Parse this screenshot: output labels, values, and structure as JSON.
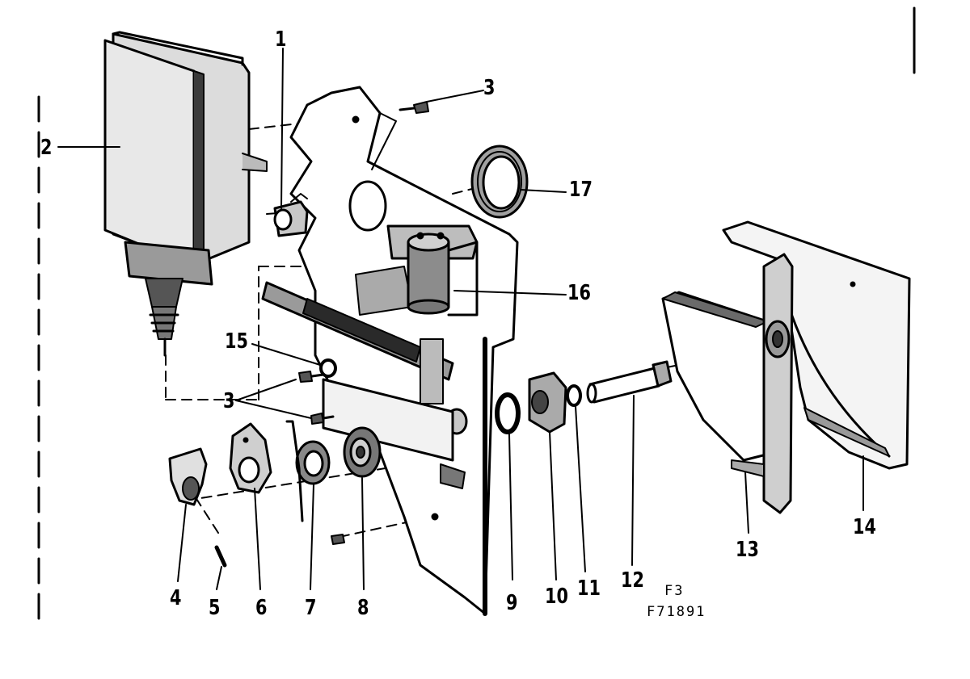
{
  "labels": {
    "p1": "1",
    "p2": "2",
    "p3a": "3",
    "p3b": "3",
    "p4": "4",
    "p5": "5",
    "p6": "6",
    "p7": "7",
    "p8": "8",
    "p9": "9",
    "p10": "10",
    "p11": "11",
    "p12": "12",
    "p13": "13",
    "p14": "14",
    "p15": "15",
    "p16": "16",
    "p17": "17"
  },
  "figure": {
    "fig_id": "F3",
    "drawing_no": "F71891"
  },
  "colors": {
    "ink": "#000000",
    "paper": "#ffffff",
    "shade": "#8a8a8a",
    "light": "#d4d4d4"
  }
}
